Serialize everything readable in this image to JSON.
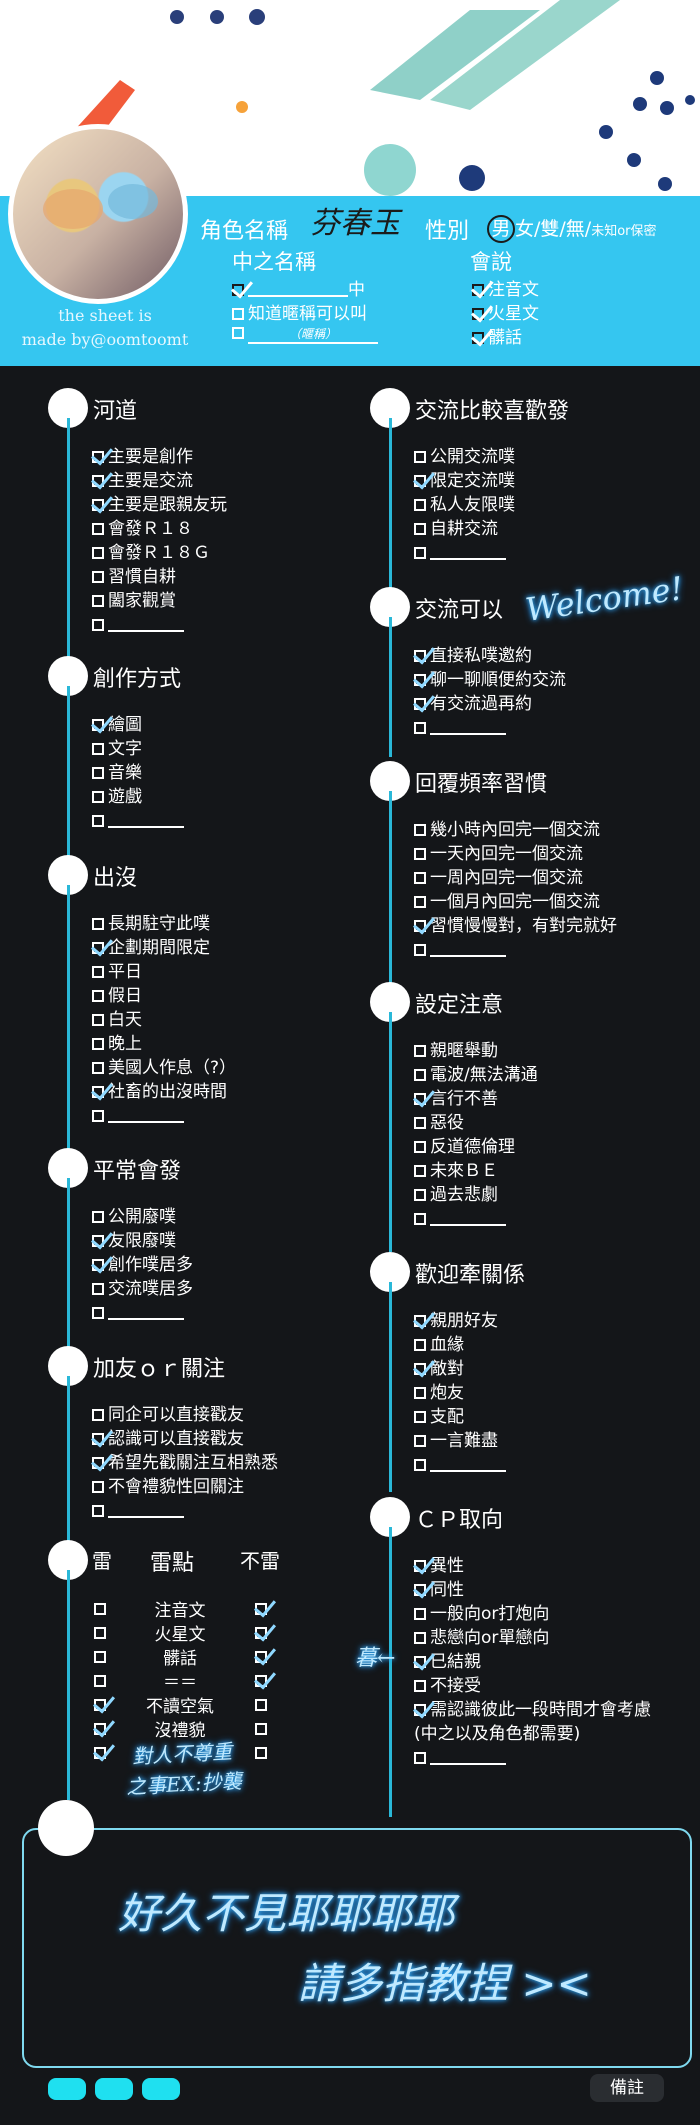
{
  "credit": {
    "line1": "the sheet is",
    "line2": "made by@oomtoomt"
  },
  "header": {
    "name_label": "角色名稱",
    "name_value": "芬春玉",
    "gender_label": "性別",
    "gender_male": "男",
    "gender_rest": "女/雙/無/",
    "gender_small": "未知or保密",
    "cn_name_label": "中之名稱",
    "cn_option_suffix": "中",
    "cn_option_know": "知道暱稱可以叫",
    "cn_option_nick": "（暱稱）",
    "lang_label": "會說",
    "langs": [
      "注音文",
      "火星文",
      "髒話"
    ]
  },
  "colors": {
    "accent": "#35c6f0",
    "line": "#2ab8d8",
    "bg": "#141619"
  },
  "left": {
    "river": {
      "title": "河道",
      "items": [
        "主要是創作",
        "主要是交流",
        "主要是跟親友玩",
        "會發Ｒ１８",
        "會發Ｒ１８Ｇ",
        "習慣自耕",
        "闔家觀賞"
      ]
    },
    "create": {
      "title": "創作方式",
      "items": [
        "繪圖",
        "文字",
        "音樂",
        "遊戲"
      ]
    },
    "appear": {
      "title": "出沒",
      "items": [
        "長期駐守此噗",
        "企劃期間限定",
        "平日",
        "假日",
        "白天",
        "晚上",
        "美國人作息（?）",
        "社畜的出沒時間"
      ]
    },
    "usual": {
      "title": "平常會發",
      "items": [
        "公開廢噗",
        "友限廢噗",
        "創作噗居多",
        "交流噗居多"
      ]
    },
    "follow": {
      "title": "加友ｏｒ關注",
      "items": [
        "同企可以直接戳友",
        "認識可以直接戳友",
        "希望先戳關注互相熟悉",
        "不會禮貌性回關注"
      ]
    },
    "mines": {
      "title_left": "雷",
      "title_mid": "雷點",
      "title_right": "不雷",
      "items": [
        "注音文",
        "火星文",
        "髒話",
        "＝＝",
        "不讀空氣",
        "沒禮貌"
      ],
      "note1": "對人不尊重",
      "note2": "之事EX:抄襲"
    }
  },
  "right": {
    "prefer": {
      "title": "交流比較喜歡發",
      "items": [
        "公開交流噗",
        "限定交流噗",
        "私人友限噗",
        "自耕交流"
      ]
    },
    "can": {
      "title": "交流可以",
      "welcome": "Welcome!",
      "items": [
        "直接私噗邀約",
        "聊一聊順便約交流",
        "有交流過再約"
      ]
    },
    "reply": {
      "title": "回覆頻率習慣",
      "items": [
        "幾小時內回完一個交流",
        "一天內回完一個交流",
        "一周內回完一個交流",
        "一個月內回完一個交流",
        "習慣慢慢對，有對完就好"
      ]
    },
    "setting": {
      "title": "設定注意",
      "items": [
        "親暱舉動",
        "電波/無法溝通",
        "言行不善",
        "惡役",
        "反道德倫理",
        "未來ＢＥ",
        "過去悲劇"
      ]
    },
    "relation": {
      "title": "歡迎牽關係",
      "items": [
        "親朋好友",
        "血緣",
        "敵對",
        "炮友",
        "支配",
        "一言難盡"
      ]
    },
    "cp": {
      "title": "ＣＰ取向",
      "items": [
        "異性",
        "同性",
        "一般向or打炮向",
        "悲戀向or單戀向",
        "已結親",
        "不接受",
        "需認識彼此一段時間才會考慮",
        "(中之以及角色都需要)"
      ],
      "side_note": "暮←"
    }
  },
  "remarks": {
    "label": "備註",
    "line1": "好久不見耶耶耶耶",
    "line2": "請多指教捏 ><"
  }
}
